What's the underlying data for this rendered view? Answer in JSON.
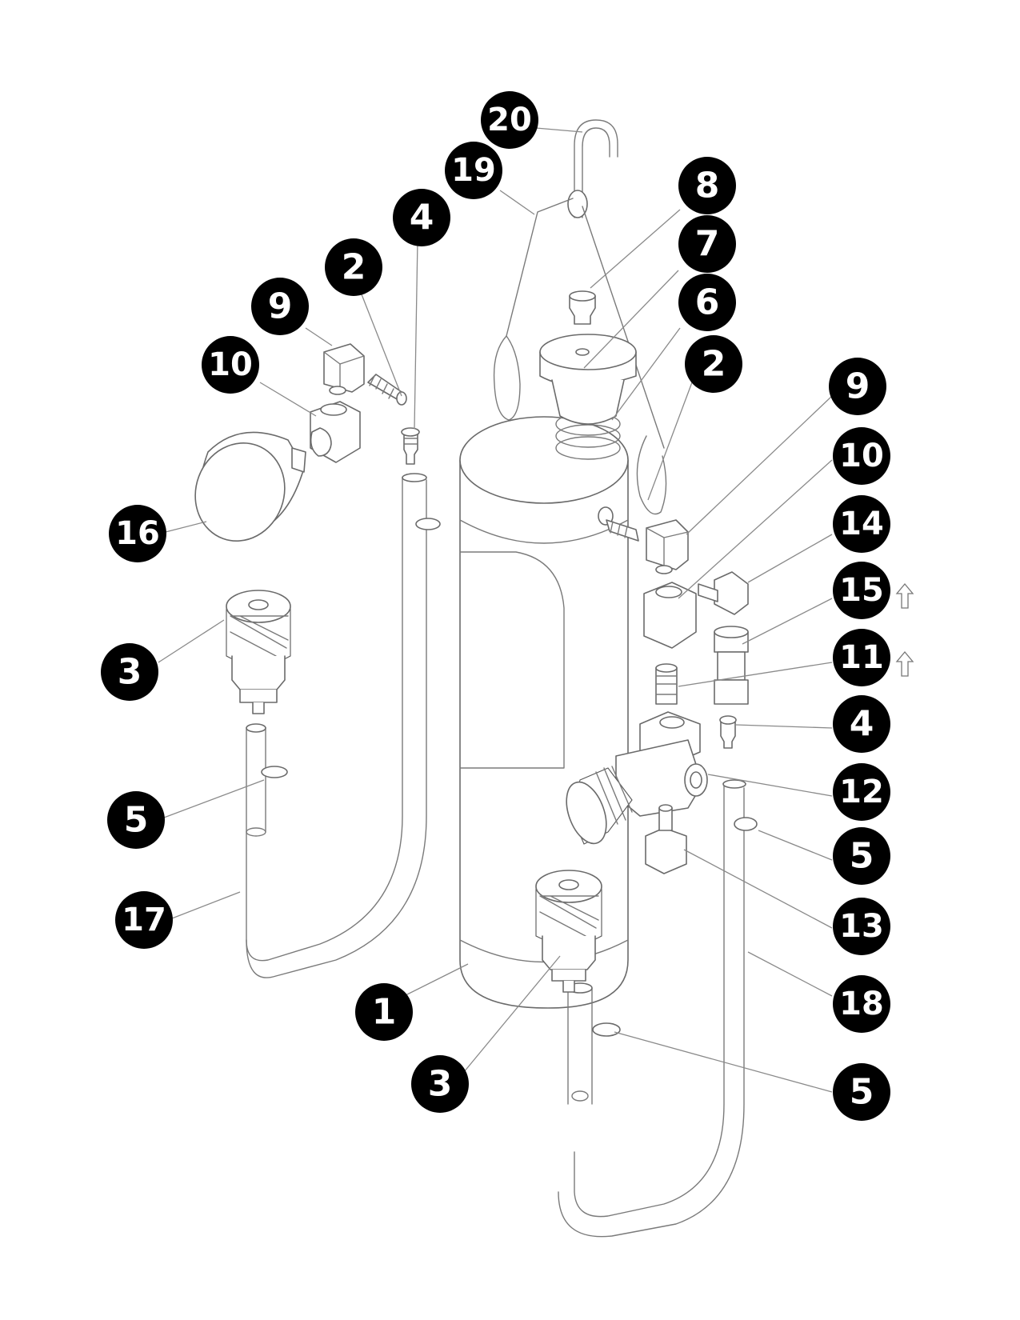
{
  "diagram": {
    "callouts": [
      {
        "id": "c20",
        "label": "20"
      },
      {
        "id": "c19",
        "label": "19"
      },
      {
        "id": "c8",
        "label": "8"
      },
      {
        "id": "c4a",
        "label": "4"
      },
      {
        "id": "c7",
        "label": "7"
      },
      {
        "id": "c2a",
        "label": "2"
      },
      {
        "id": "c6",
        "label": "6"
      },
      {
        "id": "c9a",
        "label": "9"
      },
      {
        "id": "c2b",
        "label": "2"
      },
      {
        "id": "c10a",
        "label": "10"
      },
      {
        "id": "c9b",
        "label": "9"
      },
      {
        "id": "c10b",
        "label": "10"
      },
      {
        "id": "c16",
        "label": "16"
      },
      {
        "id": "c14",
        "label": "14"
      },
      {
        "id": "c15",
        "label": "15"
      },
      {
        "id": "c3a",
        "label": "3"
      },
      {
        "id": "c11",
        "label": "11"
      },
      {
        "id": "c4b",
        "label": "4"
      },
      {
        "id": "c12",
        "label": "12"
      },
      {
        "id": "c5a",
        "label": "5"
      },
      {
        "id": "c5b",
        "label": "5"
      },
      {
        "id": "c17",
        "label": "17"
      },
      {
        "id": "c13",
        "label": "13"
      },
      {
        "id": "c1",
        "label": "1"
      },
      {
        "id": "c18",
        "label": "18"
      },
      {
        "id": "c3b",
        "label": "3"
      },
      {
        "id": "c5c",
        "label": "5"
      }
    ],
    "flow_arrow_markers": [
      "15",
      "11"
    ]
  }
}
